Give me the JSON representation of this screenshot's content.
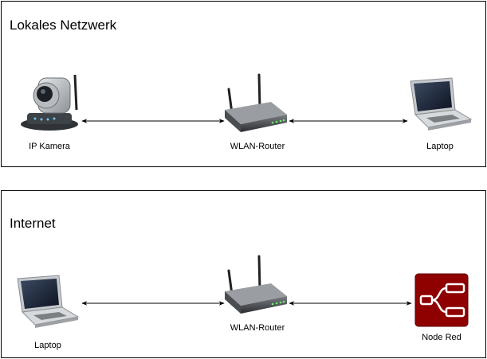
{
  "panels": [
    {
      "title": "Lokales Netzwerk",
      "nodes": [
        {
          "label": "IP Kamera",
          "icon": "ip-camera-icon"
        },
        {
          "label": "WLAN-Router",
          "icon": "wlan-router-icon"
        },
        {
          "label": "Laptop",
          "icon": "laptop-icon"
        }
      ],
      "connections": [
        {
          "from": "IP Kamera",
          "to": "WLAN-Router",
          "type": "bidirectional"
        },
        {
          "from": "WLAN-Router",
          "to": "Laptop",
          "type": "bidirectional"
        }
      ]
    },
    {
      "title": "Internet",
      "nodes": [
        {
          "label": "Laptop",
          "icon": "laptop-icon"
        },
        {
          "label": "WLAN-Router",
          "icon": "wlan-router-icon"
        },
        {
          "label": "Node Red",
          "icon": "node-red-icon"
        }
      ],
      "connections": [
        {
          "from": "Laptop",
          "to": "WLAN-Router",
          "type": "bidirectional"
        },
        {
          "from": "WLAN-Router",
          "to": "Node Red",
          "type": "bidirectional"
        }
      ]
    }
  ],
  "colors": {
    "node_red": "#8f0000",
    "line": "#000000"
  }
}
